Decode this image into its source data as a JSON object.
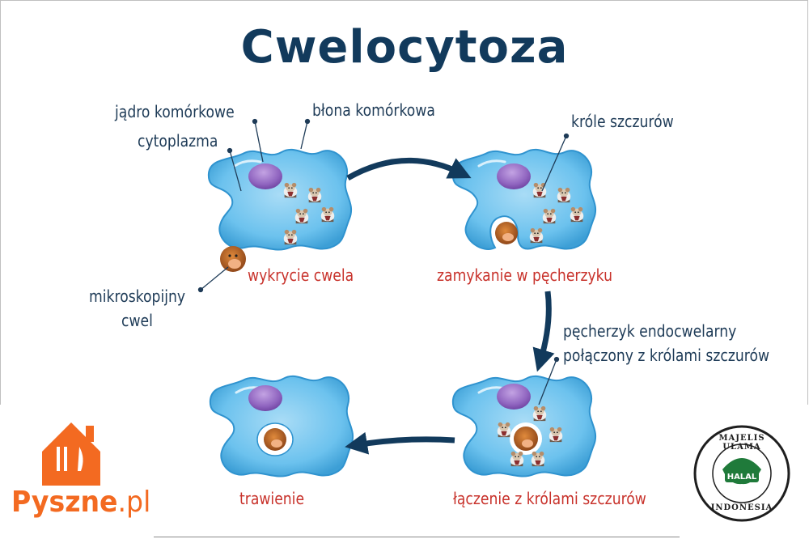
{
  "title": "Cwelocytoza",
  "labels": {
    "nucleus": "jądro komórkowe",
    "cytoplasm": "cytoplazma",
    "membrane": "błona komórkowa",
    "rat_kings": "króle szczurów",
    "microscopic_line1": "mikroskopijny",
    "microscopic_line2": "cwel",
    "vesicle_line1": "pęcherzyk endocwelarny",
    "vesicle_line2": "połączony z królami szczurów"
  },
  "steps": {
    "detection": "wykrycie  cwela",
    "closing": "zamykanie w pęcherzyku",
    "merging": "łączenie z królami szczurów",
    "digestion": "trawienie"
  },
  "logos": {
    "pyszne_name": "Pyszne",
    "pyszne_tld": ".pl",
    "halal_top": "MAJELIS ULAMA",
    "halal_bottom": "INDONESIA",
    "halal_center": "HALAL"
  },
  "colors": {
    "title": "#123a5c",
    "cell": "#5bb8e8",
    "nucleus": "#8a62b3",
    "arrow": "#123a5c",
    "step_text": "#c8322b",
    "pyszne": "#f36a21",
    "halal": "#1f7a3a"
  }
}
